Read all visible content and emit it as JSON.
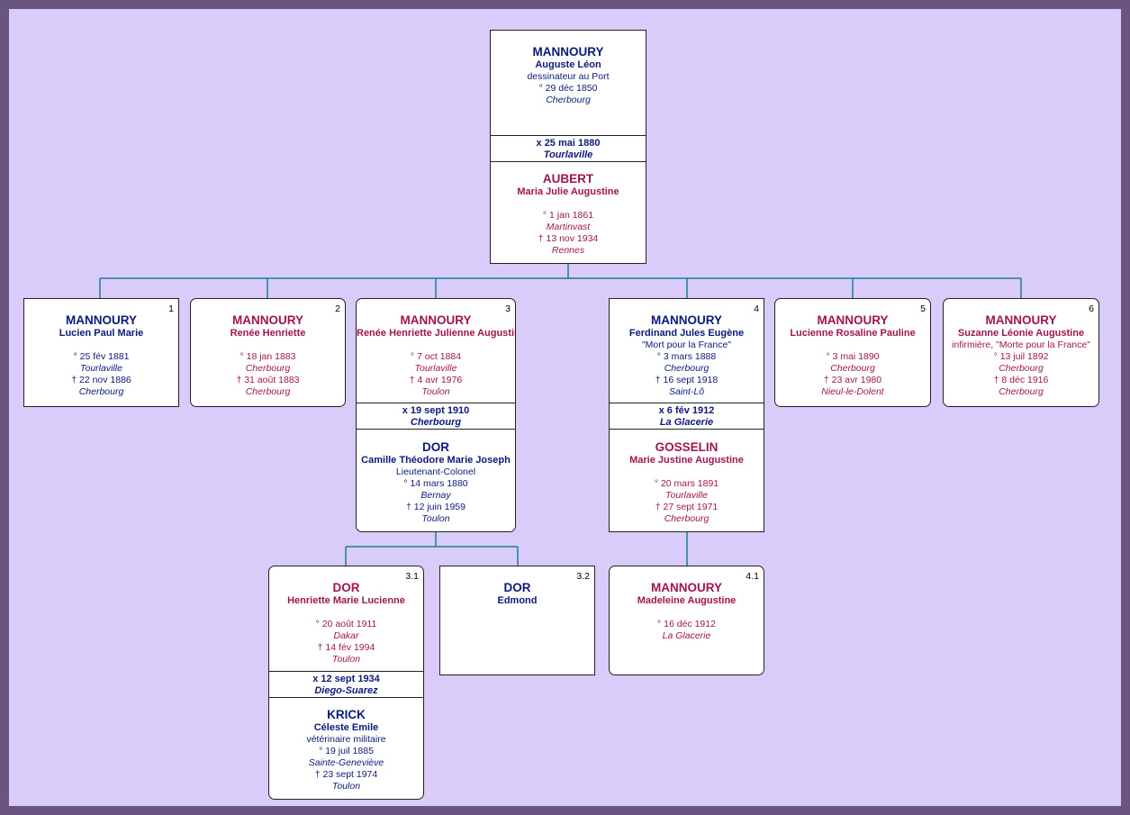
{
  "root": {
    "person": {
      "surname": "MANNOURY",
      "given": "Auguste Léon",
      "occupation": "dessinateur au Port",
      "birth": "° 29 déc 1850",
      "birth_place": "Cherbourg"
    },
    "marriage": {
      "date": "x 25 mai 1880",
      "place": "Tourlaville"
    },
    "spouse": {
      "surname": "AUBERT",
      "given": "Maria Julie Augustine",
      "birth": "° 1 jan 1861",
      "birth_place": "Martinvast",
      "death": "† 13 nov 1934",
      "death_place": "Rennes"
    }
  },
  "children": [
    {
      "num": "1",
      "surname": "MANNOURY",
      "given": "Lucien Paul Marie",
      "birth": "° 25 fév 1881",
      "birth_place": "Tourlaville",
      "death": "† 22 nov 1886",
      "death_place": "Cherbourg"
    },
    {
      "num": "2",
      "surname": "MANNOURY",
      "given": "Renée Henriette",
      "birth": "° 18 jan 1883",
      "birth_place": "Cherbourg",
      "death": "† 31 août 1883",
      "death_place": "Cherbourg"
    },
    {
      "num": "3",
      "surname": "MANNOURY",
      "given": "Renée Henriette Julienne Augustine",
      "birth": "° 7 oct 1884",
      "birth_place": "Tourlaville",
      "death": "† 4 avr 1976",
      "death_place": "Toulon",
      "marriage": {
        "date": "x 19 sept 1910",
        "place": "Cherbourg"
      },
      "spouse": {
        "surname": "DOR",
        "given": "Camille Théodore Marie Joseph",
        "occupation": "Lieutenant-Colonel",
        "birth": "° 14 mars 1880",
        "birth_place": "Bernay",
        "death": "† 12 juin 1959",
        "death_place": "Toulon"
      }
    },
    {
      "num": "4",
      "surname": "MANNOURY",
      "given": "Ferdinand Jules Eugène",
      "note": "\"Mort pour la France\"",
      "birth": "° 3 mars 1888",
      "birth_place": "Cherbourg",
      "death": "† 16 sept 1918",
      "death_place": "Saint-Lô",
      "marriage": {
        "date": "x 6 fév 1912",
        "place": "La Glacerie"
      },
      "spouse": {
        "surname": "GOSSELIN",
        "given": "Marie Justine Augustine",
        "birth": "° 20 mars 1891",
        "birth_place": "Tourlaville",
        "death": "† 27 sept 1971",
        "death_place": "Cherbourg"
      }
    },
    {
      "num": "5",
      "surname": "MANNOURY",
      "given": "Lucienne Rosaline Pauline",
      "birth": "° 3 mai 1890",
      "birth_place": "Cherbourg",
      "death": "† 23 avr 1980",
      "death_place": "Nieul-le-Dolent"
    },
    {
      "num": "6",
      "surname": "MANNOURY",
      "given": "Suzanne Léonie Augustine",
      "note": "infirmière, \"Morte pour la France\"",
      "birth": "° 13 juil 1892",
      "birth_place": "Cherbourg",
      "death": "† 8 déc 1916",
      "death_place": "Cherbourg"
    }
  ],
  "grandchildren": [
    {
      "num": "3.1",
      "surname": "DOR",
      "given": "Henriette Marie Lucienne",
      "birth": "° 20 août 1911",
      "birth_place": "Dakar",
      "death": "† 14 fév 1994",
      "death_place": "Toulon",
      "marriage": {
        "date": "x 12 sept 1934",
        "place": "Diego-Suarez"
      },
      "spouse": {
        "surname": "KRICK",
        "given": "Céleste Emile",
        "occupation": "vétérinaire militaire",
        "birth": "° 19 juil 1885",
        "birth_place": "Sainte-Geneviève",
        "death": "† 23 sept 1974",
        "death_place": "Toulon"
      }
    },
    {
      "num": "3.2",
      "surname": "DOR",
      "given": "Edmond"
    },
    {
      "num": "4.1",
      "surname": "MANNOURY",
      "given": "Madeleine Augustine",
      "birth": "° 16 déc 1912",
      "birth_place": "La Glacerie"
    }
  ],
  "colors": {
    "background": "#d9ccfb",
    "frame": "#6a5580",
    "connector": "#1a7f8c",
    "male": "#0c1a7a",
    "female": "#a01550"
  }
}
